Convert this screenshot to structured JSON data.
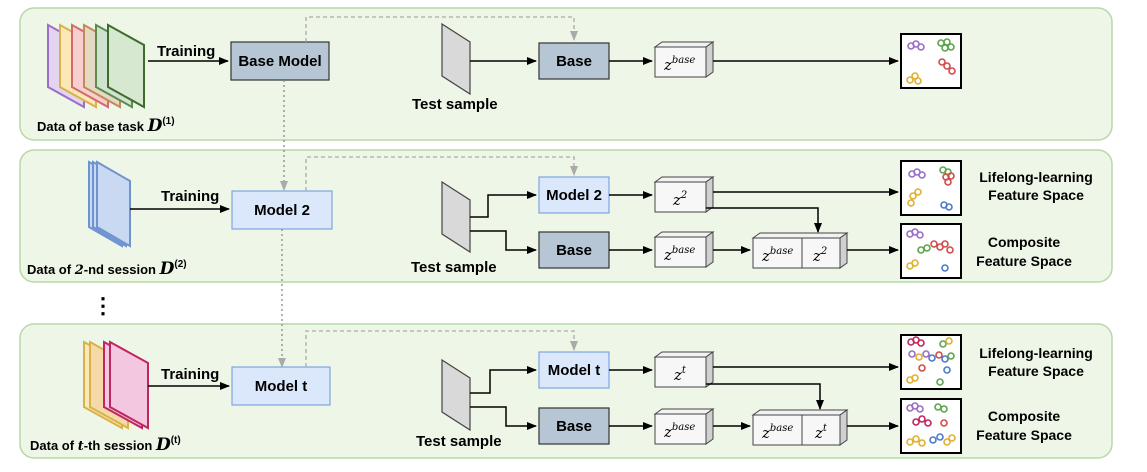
{
  "colors": {
    "panel_bg": "#eef6e8",
    "panel_border": "#b9d7a8",
    "base_box": "#b7c6d4",
    "model_box": "#dbe8fb",
    "model_border": "#7ea6e0",
    "arrow": "#000000",
    "dashed": "#aaaaaa"
  },
  "panel1": {
    "training": "Training",
    "model": "Base Model",
    "caption_text": "Data of base task",
    "caption_math": "D",
    "caption_sup": "(1)",
    "test_sample": "Test sample",
    "base": "Base",
    "z_var": "z",
    "z_sup": "base"
  },
  "panel2": {
    "training": "Training",
    "model": "Model 2",
    "caption_pre": "Data of",
    "caption_num": "2",
    "caption_post": "-nd session",
    "caption_math": "D",
    "caption_sup": "(2)",
    "test_sample": "Test sample",
    "model_small": "Model 2",
    "base": "Base",
    "z_var": "z",
    "z_model_sup": "2",
    "z_base_sup": "base",
    "space1_line1": "Lifelong-learning",
    "space1_line2": "Feature Space",
    "space2_line1": "Composite",
    "space2_line2": "Feature Space"
  },
  "ellipsis": "⋮",
  "panel3": {
    "training": "Training",
    "model": "Model t",
    "caption_pre": "Data of",
    "caption_num": "t",
    "caption_post": "-th session",
    "caption_math": "D",
    "caption_sup": "(t)",
    "test_sample": "Test sample",
    "model_small": "Model t",
    "base": "Base",
    "z_var": "z",
    "z_model_sup": "t",
    "z_base_sup": "base",
    "space1_line1": "Lifelong-learning",
    "space1_line2": "Feature Space",
    "space2_line1": "Composite",
    "space2_line2": "Feature Space"
  },
  "icons": [
    "data-stack-icon",
    "test-sample-icon",
    "feature-cube-icon",
    "scatter-plot-icon"
  ]
}
